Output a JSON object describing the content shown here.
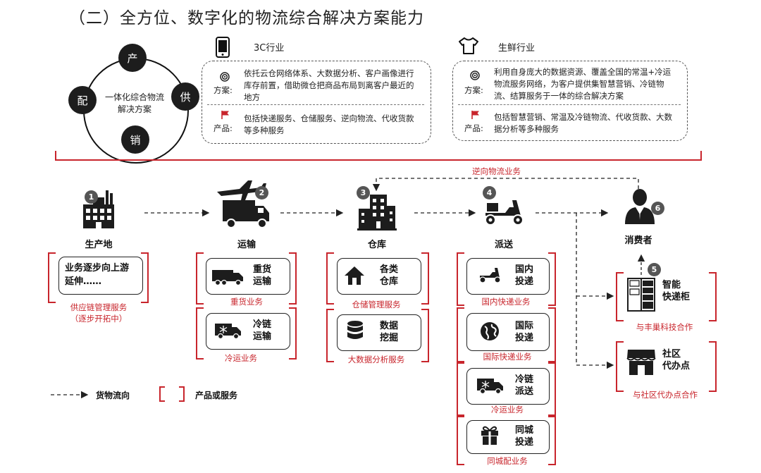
{
  "title": "（二）全方位、数字化的物流综合解决方案能力",
  "circle": {
    "center_text": "一体化综合物流解决方案",
    "nodes": [
      "产",
      "供",
      "销",
      "配"
    ]
  },
  "industries": [
    {
      "name": "3C行业",
      "icon": "phone-icon",
      "solution_label": "方案:",
      "solution_text": "依托云仓网络体系、大数据分析、客户画像进行库存前置，借助微仓把商品布局到离客户最近的地方",
      "product_label": "产品:",
      "product_text": "包括快递服务、仓储服务、逆向物流、代收货款等多种服务"
    },
    {
      "name": "生鲜行业",
      "icon": "tshirt-icon",
      "solution_label": "方案:",
      "solution_text": "利用自身庞大的数据资源、覆盖全国的常温+冷运物流服务网络，为客户提供集智慧营销、冷链物流、结算服务于一体的综合解决方案",
      "product_label": "产品:",
      "product_text": "包括智慧营销、常温及冷链物流、代收货款、大数据分析等多种服务"
    }
  ],
  "reverse_flow_label": "逆向物流业务",
  "steps": [
    {
      "num": "1",
      "label": "生产地",
      "icon": "factory-icon"
    },
    {
      "num": "2",
      "label": "运输",
      "icon": "plane-truck-icon"
    },
    {
      "num": "3",
      "label": "仓库",
      "icon": "warehouse-icon"
    },
    {
      "num": "4",
      "label": "派送",
      "icon": "scooter-icon"
    },
    {
      "num": "6",
      "label": "消费者",
      "icon": "consumer-icon"
    }
  ],
  "production": {
    "box_text": "业务逐步向上游延伸……",
    "caption": "供应链管理服务\n（逐步开拓中）"
  },
  "transport_services": [
    {
      "text": "重货\n运输",
      "icon": "heavy-truck-icon",
      "caption": "重货业务"
    },
    {
      "text": "冷链\n运输",
      "icon": "cold-truck-icon",
      "caption": "冷运业务"
    }
  ],
  "warehouse_services": [
    {
      "text": "各类\n仓库",
      "icon": "house-icon",
      "caption": "仓储管理服务"
    },
    {
      "text": "数据\n挖掘",
      "icon": "database-icon",
      "caption": "大数据分析服务"
    }
  ],
  "delivery_services": [
    {
      "text": "国内\n投递",
      "icon": "scooter-small-icon",
      "caption": "国内快递业务"
    },
    {
      "text": "国际\n投递",
      "icon": "globe-icon",
      "caption": "国际快递业务"
    },
    {
      "text": "冷链\n派送",
      "icon": "cold-van-icon",
      "caption": "冷运业务"
    },
    {
      "text": "同城\n投递",
      "icon": "gift-icon",
      "caption": "同城配业务"
    }
  ],
  "consumer_services": [
    {
      "num": "5",
      "text": "智能\n快递柜",
      "icon": "locker-icon",
      "caption": "与丰巢科技合作"
    },
    {
      "text": "社区\n代办点",
      "icon": "shop-icon",
      "caption": "与社区代办点合作"
    }
  ],
  "legend": {
    "flow_label": "货物流向",
    "bracket_label": "产品或服务"
  },
  "colors": {
    "accent": "#c8252c",
    "dark": "#1d1d1d"
  }
}
